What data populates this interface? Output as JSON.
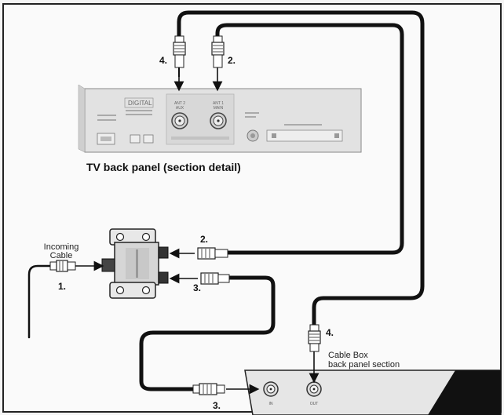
{
  "tv_panel": {
    "title": "TV back panel (section detail)",
    "logo": "DIGITAL",
    "port_left_label": [
      "ANT 2",
      "AUX"
    ],
    "port_right_label": [
      "ANT 1",
      "MAIN"
    ]
  },
  "labels": {
    "incoming_cable": [
      "Incoming",
      "Cable"
    ],
    "step1": "1.",
    "step2_top": "2.",
    "step4_top": "4.",
    "step2_splitter": "2.",
    "step3_splitter": "3.",
    "step4_box": "4.",
    "step3_bottom": "3."
  },
  "cable_box": {
    "title": [
      "Cable Box",
      "back panel section"
    ],
    "in_label": "IN",
    "out_label": "OUT"
  }
}
